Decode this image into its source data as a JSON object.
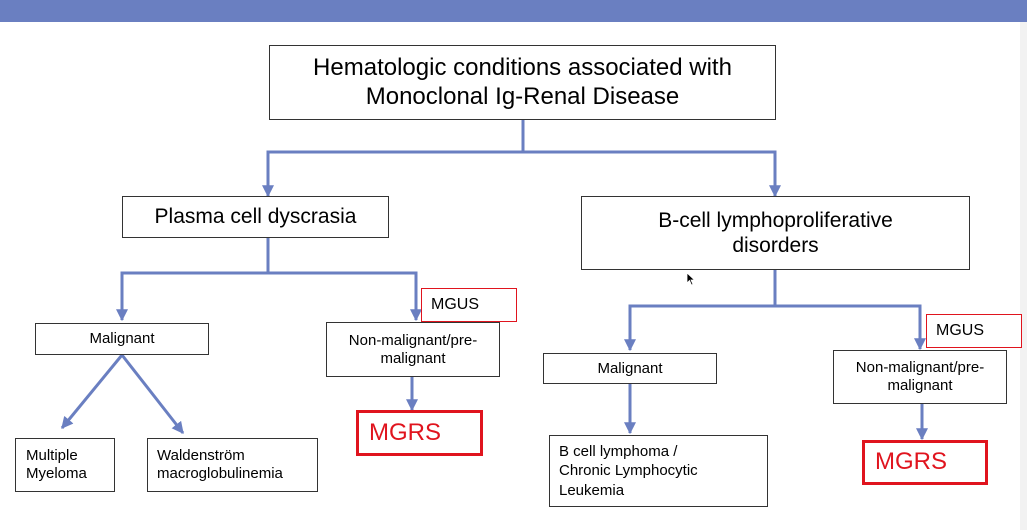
{
  "colors": {
    "top_bar": "#6a7fc1",
    "connector": "#6a7fc1",
    "mgrs_red": "#e0141e",
    "box_border": "#333333"
  },
  "nodes": {
    "root": "Hematologic conditions associated with\nMonoclonal Ig-Renal Disease",
    "plasma": "Plasma cell dyscrasia",
    "bcell": "B-cell lymphoproliferative\ndisorders",
    "plasma_malignant": "Malignant",
    "plasma_nonmalignant": "Non-malignant/pre-\nmalignant",
    "plasma_mgus": "MGUS",
    "plasma_mgrs": "MGRS",
    "multiple_myeloma": "Multiple\nMyeloma",
    "waldenstrom": "Waldenström\nmacroglobulinemia",
    "bcell_malignant": "Malignant",
    "bcell_nonmalignant": "Non-malignant/pre-\nmalignant",
    "bcell_mgus": "MGUS",
    "bcell_mgrs": "MGRS",
    "b_lymphoma": "B cell lymphoma /\nChronic Lymphocytic\nLeukemia"
  },
  "icons": {
    "cursor": "mouse-pointer-icon"
  }
}
